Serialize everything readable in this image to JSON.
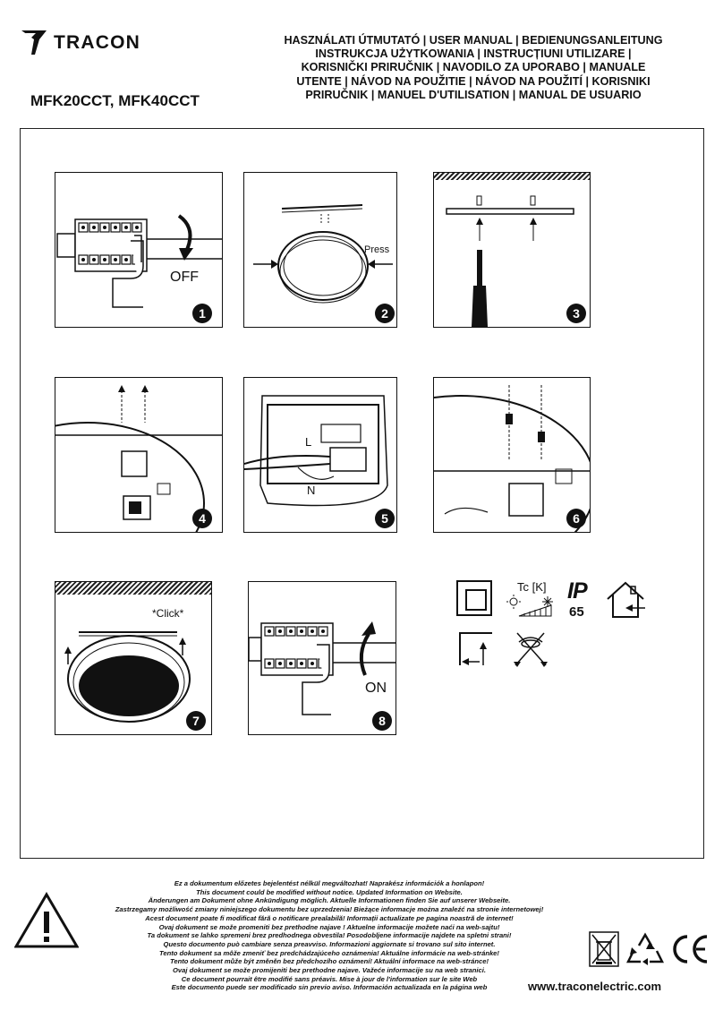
{
  "header": {
    "brand": "TRACON",
    "models": "MFK20CCT, MFK40CCT",
    "title_lines": [
      "HASZNÁLATI ÚTMUTATÓ | USER MANUAL | BEDIENUNGSANLEITUNG",
      "INSTRUKCJA UŻYTKOWANIA | INSTRUCȚIUNI UTILIZARE |",
      "KORISNIČKI PRIRUČNIK | NAVODILO ZA UPORABO | MANUALE",
      "UTENTE | NÁVOD NA POUŽITIE | NÁVOD NA POUŽITÍ | KORISNIKI",
      "PRIRUČNIK | MANUEL D'UTILISATION | MANUAL DE USUARIO"
    ]
  },
  "steps": [
    {
      "number": "1",
      "label": "OFF"
    },
    {
      "number": "2",
      "label": "Press"
    },
    {
      "number": "3",
      "label": ""
    },
    {
      "number": "4",
      "label": ""
    },
    {
      "number": "5",
      "label_l": "L",
      "label_n": "N"
    },
    {
      "number": "6",
      "label": ""
    },
    {
      "number": "7",
      "label": "*Click*"
    },
    {
      "number": "8",
      "label": "ON"
    }
  ],
  "symbols": {
    "tc_label": "Tc [K]",
    "ip_label": "IP",
    "ip_rating": "65"
  },
  "footer": {
    "notices": [
      "Ez a dokumentum előzetes bejelentést nélkül megváltozhat! Naprakész információk a honlapon!",
      "This document could be modified without notice. Updated Information on Website.",
      "Änderungen am Dokument ohne Ankündigung möglich. Aktuelle Informationen finden Sie auf unserer Webseite.",
      "Zastrzegamy możliwość zmiany niniejszego dokumentu bez uprzedzenia! Bieżące informacje można znaleźć na stronie internetowej!",
      "Acest document poate fi modificat fără o notificare prealabilă! Informații actualizate pe pagina noastră de internet!",
      "Ovaj dokument se može promeniti bez prethodne najave ! Aktuelne informacije možete naći na web-sajtu!",
      "Ta dokument se lahko spremeni brez predhodnega obvestila!  Posodobljene informacije  najdete na spletni strani!",
      "Questo documento può cambiare senza preavviso. Informazioni aggiornate si trovano sul sito internet.",
      "Tento dokument sa môže zmeniť bez predchádzajúceho oznámenia! Aktuálne informácie na web-stránke!",
      "Tento dokument může být změněn bez předchozího oznámení! Aktuální informace na web-stránce!",
      "Ovaj dokument se može promijeniti bez prethodne najave. Važeće informacije su na web stranici.",
      "Ce document pourrait être modifié sans préavis. Mise à jour de l'information sur le site Web",
      "Este documento puede ser modificado sin previo aviso. Información actualizada en la página web"
    ],
    "website": "www.traconelectric.com"
  }
}
